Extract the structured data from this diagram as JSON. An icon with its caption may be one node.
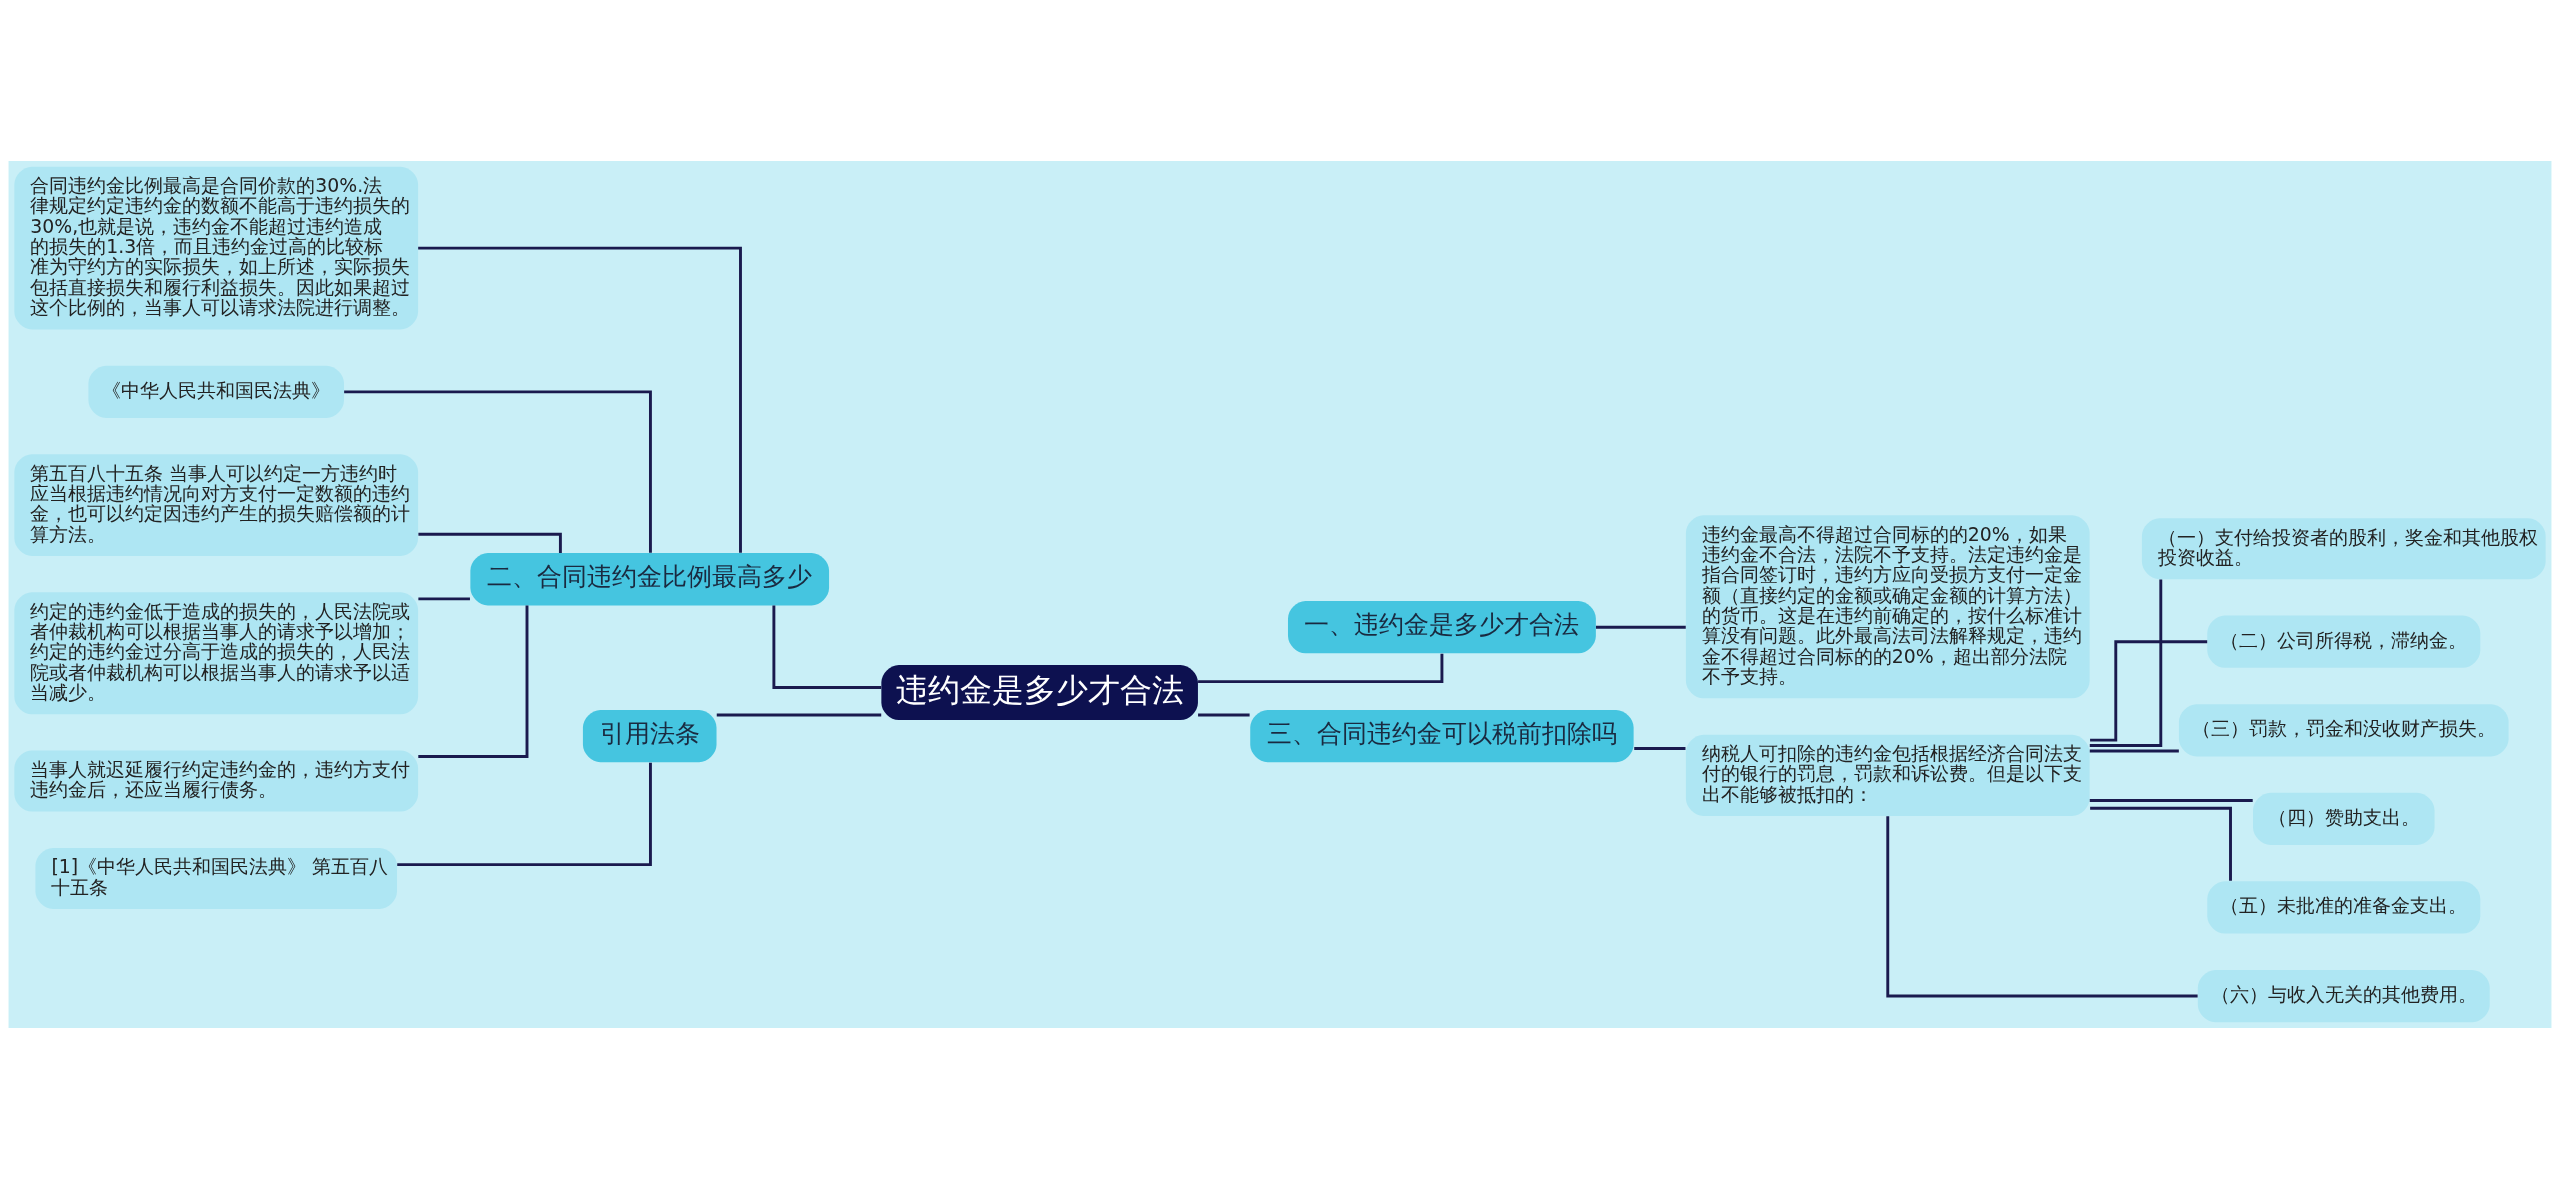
{
  "diagram": {
    "nodes": [
      {
        "text": [
          "违约金是多少才合法"
        ]
      },
      {
        "text": [
          "一、违约金是多少才合法"
        ]
      },
      {
        "text": [
          "违约金最高不得超过合同标的的20%，如果违约金不合法，法院不予支持。法定违约金是指合同签订时，违约方应向受损方支付一定金额（直接约定的金额或确定金额的计算方法）的货币。这是在违约前确定的，按什么标准计算没有问题。此外最高法司法解释规定，违约金不得超过合同标的的20%，超出部分法院不予支持。"
        ]
      },
      {
        "text": [
          "三、合同违约金可以税前扣除吗"
        ]
      },
      {
        "text": [
          "纳税人可扣除的违约金包括根据经济合同法支付的银行的罚息，罚款和诉讼费。但是以下支出不能够被抵扣的："
        ]
      },
      {
        "text": [
          "（一）支付给投资者的股利，奖金和其他股权投资收益。"
        ]
      },
      {
        "text": [
          "（二）公司所得税，滞纳金。"
        ]
      },
      {
        "text": [
          "（三）罚款，罚金和没收财产损失。"
        ]
      },
      {
        "text": [
          "（四）赞助支出。"
        ]
      },
      {
        "text": [
          "（五）未批准的准备金支出。"
        ]
      },
      {
        "text": [
          "（六）与收入无关的其他费用。"
        ]
      },
      {
        "text": [
          "二、合同违约金比例最高多少"
        ]
      },
      {
        "text": [
          "合同违约金比例最高是合同价款的30%.法律规定约定违约金的数额不能高于违约损失的30%,也就是说，违约金不能超过违约造成的损失的1.3倍，而且违约金过高的比较标准为守约方的实际损失，如上所述，实际损失包括直接损失和履行利益损失。因此如果超过这个比例的，当事人可以请求法院进行调整。"
        ]
      },
      {
        "text": [
          "《中华人民共和国民法典》"
        ]
      },
      {
        "text": [
          "第五百八十五条 当事人可以约定一方违约时应当根据违约情况向对方支付一定数额的违约金，也可以约定因违约产生的损失赔偿额的计算方法。"
        ]
      },
      {
        "text": [
          "约定的违约金低于造成的损失的，人民法院或者仲裁机构可以根据当事人的请求予以增加；约定的违约金过分高于造成的损失的，人民法院或者仲裁机构可以根据当事人的请求予以适当减少。"
        ]
      },
      {
        "text": [
          "当事人就迟延履行约定违约金的，违约方支付违约金后，还应当履行债务。"
        ]
      },
      {
        "text": [
          "引用法条"
        ]
      },
      {
        "text": [
          "[1]《中华人民共和国民法典》 第五百八十五条"
        ]
      }
    ],
    "edges": [
      {
        "from": 0,
        "to": 1,
        "arrow": "none"
      },
      {
        "from": 1,
        "to": 2,
        "arrow": "none"
      },
      {
        "from": 0,
        "to": 3,
        "arrow": "none"
      },
      {
        "from": 3,
        "to": 4,
        "arrow": "none"
      },
      {
        "from": 4,
        "to": 5,
        "arrow": "none"
      },
      {
        "from": 4,
        "to": 6,
        "arrow": "none"
      },
      {
        "from": 4,
        "to": 7,
        "arrow": "none"
      },
      {
        "from": 4,
        "to": 8,
        "arrow": "none"
      },
      {
        "from": 4,
        "to": 9,
        "arrow": "none"
      },
      {
        "from": 4,
        "to": 10,
        "arrow": "none"
      },
      {
        "from": 0,
        "to": 11,
        "arrow": "none"
      },
      {
        "from": 11,
        "to": 12,
        "arrow": "none"
      },
      {
        "from": 11,
        "to": 13,
        "arrow": "none"
      },
      {
        "from": 11,
        "to": 14,
        "arrow": "none"
      },
      {
        "from": 11,
        "to": 15,
        "arrow": "none"
      },
      {
        "from": 11,
        "to": 16,
        "arrow": "none"
      },
      {
        "from": 0,
        "to": 17,
        "arrow": "none"
      },
      {
        "from": 17,
        "to": 18,
        "arrow": "none"
      }
    ]
  }
}
